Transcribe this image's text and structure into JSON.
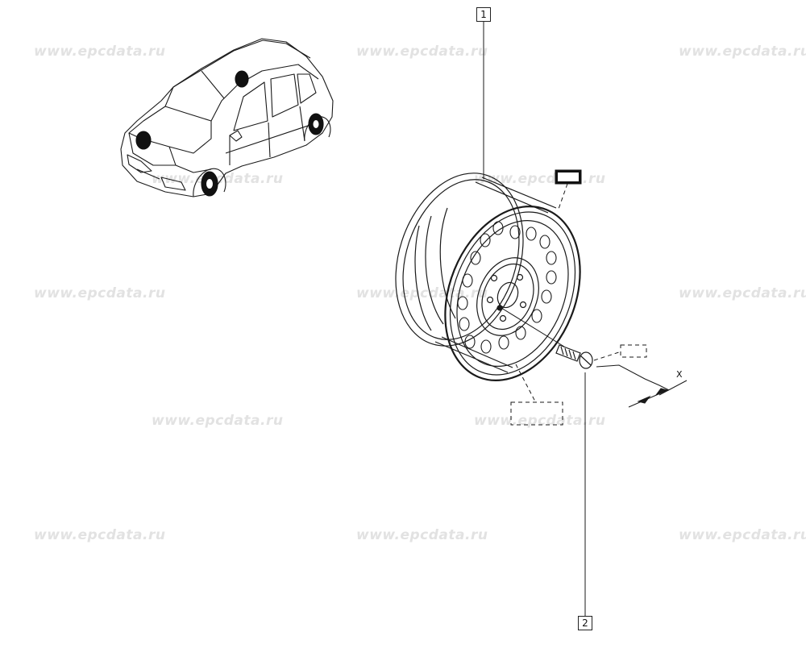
{
  "watermark": "www.epcdata.ru",
  "callouts": {
    "c1": "1",
    "c2": "2"
  },
  "dimension_label": "X",
  "colors": {
    "line": "#1a1a1a",
    "watermark": "#e2e2e2",
    "tyre_marker": "#111111"
  }
}
